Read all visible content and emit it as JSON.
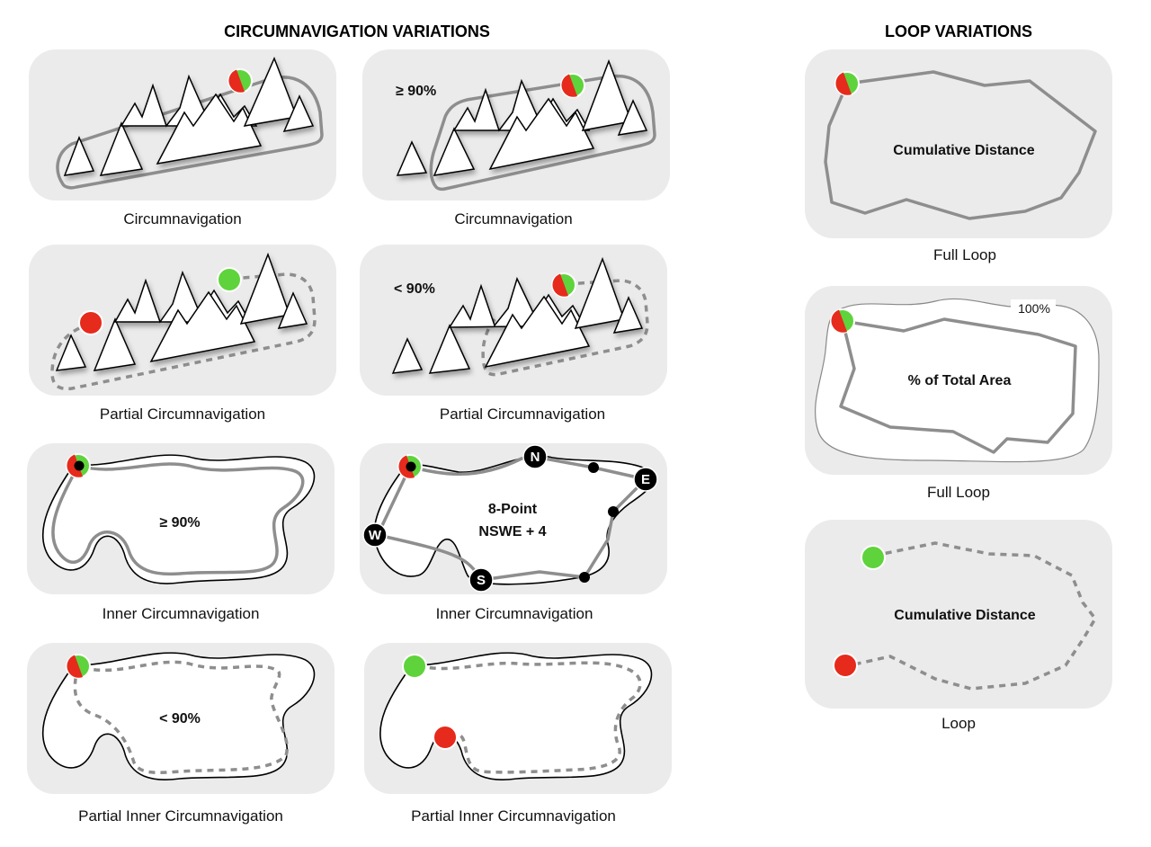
{
  "sections": {
    "circumnavigation_title": "CIRCUMNAVIGATION VARIATIONS",
    "loop_title": "LOOP VARIATIONS"
  },
  "panels": [
    {
      "id": "c1",
      "caption": "Circumnavigation",
      "label": ""
    },
    {
      "id": "c2",
      "caption": "Circumnavigation",
      "label": "≥ 90%"
    },
    {
      "id": "c3",
      "caption": "Partial Circumnavigation",
      "label": ""
    },
    {
      "id": "c4",
      "caption": "Partial Circumnavigation",
      "label": "< 90%"
    },
    {
      "id": "c5",
      "caption": "Inner Circumnavigation",
      "label": "≥ 90%"
    },
    {
      "id": "c6",
      "caption": "Inner Circumnavigation",
      "label_line1": "8-Point",
      "label_line2": "NSWE + 4",
      "directions": [
        "N",
        "E",
        "W",
        "S"
      ]
    },
    {
      "id": "c7",
      "caption": "Partial Inner Circumnavigation",
      "label": "< 90%"
    },
    {
      "id": "c8",
      "caption": "Partial Inner Circumnavigation",
      "label": ""
    },
    {
      "id": "l1",
      "caption": "Full Loop",
      "label": "Cumulative Distance"
    },
    {
      "id": "l2",
      "caption": "Full Loop",
      "label": "% of Total Area",
      "percent": "100%"
    },
    {
      "id": "l3",
      "caption": "Loop",
      "label": "Cumulative Distance"
    }
  ],
  "colors": {
    "start_marker": "#5fd33c",
    "end_marker": "#e62a1c",
    "route": "#8e8e8e",
    "panel_background": "#ebebeb",
    "waypoint": "#000000"
  }
}
